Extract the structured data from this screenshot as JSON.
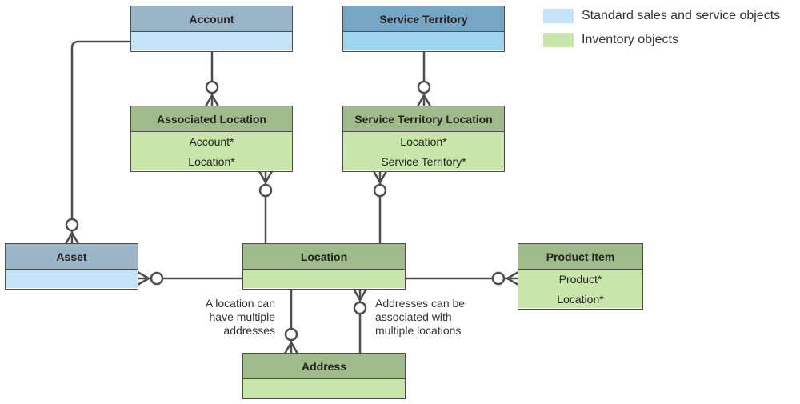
{
  "legend": [
    {
      "label": "Standard sales and service objects",
      "color": "#c4e3f6"
    },
    {
      "label": "Inventory objects",
      "color": "#c8e6aa"
    }
  ],
  "entities": {
    "account": {
      "title": "Account",
      "fields": []
    },
    "service_territory": {
      "title": "Service Territory",
      "fields": []
    },
    "associated_location": {
      "title": "Associated Location",
      "fields": [
        "Account*",
        "Location*"
      ]
    },
    "service_territory_location": {
      "title": "Service Territory Location",
      "fields": [
        "Location*",
        "Service Territory*"
      ]
    },
    "asset": {
      "title": "Asset",
      "fields": []
    },
    "location": {
      "title": "Location",
      "fields": []
    },
    "product_item": {
      "title": "Product Item",
      "fields": [
        "Product*",
        "Location*"
      ]
    },
    "address": {
      "title": "Address",
      "fields": []
    }
  },
  "notes": {
    "location_addresses": [
      "A location can",
      "have multiple",
      "addresses"
    ],
    "address_locations": [
      "Addresses can be",
      "associated with",
      "multiple locations"
    ]
  },
  "colors": {
    "line": "#4d4d4d",
    "blue_header": "#9bb5c8",
    "blue_body": "#c4e3f6",
    "blue2_header": "#77a6c5",
    "blue2_body": "#9fd4ef",
    "green_header": "#9fbb8a",
    "green_body": "#c8e6aa"
  }
}
